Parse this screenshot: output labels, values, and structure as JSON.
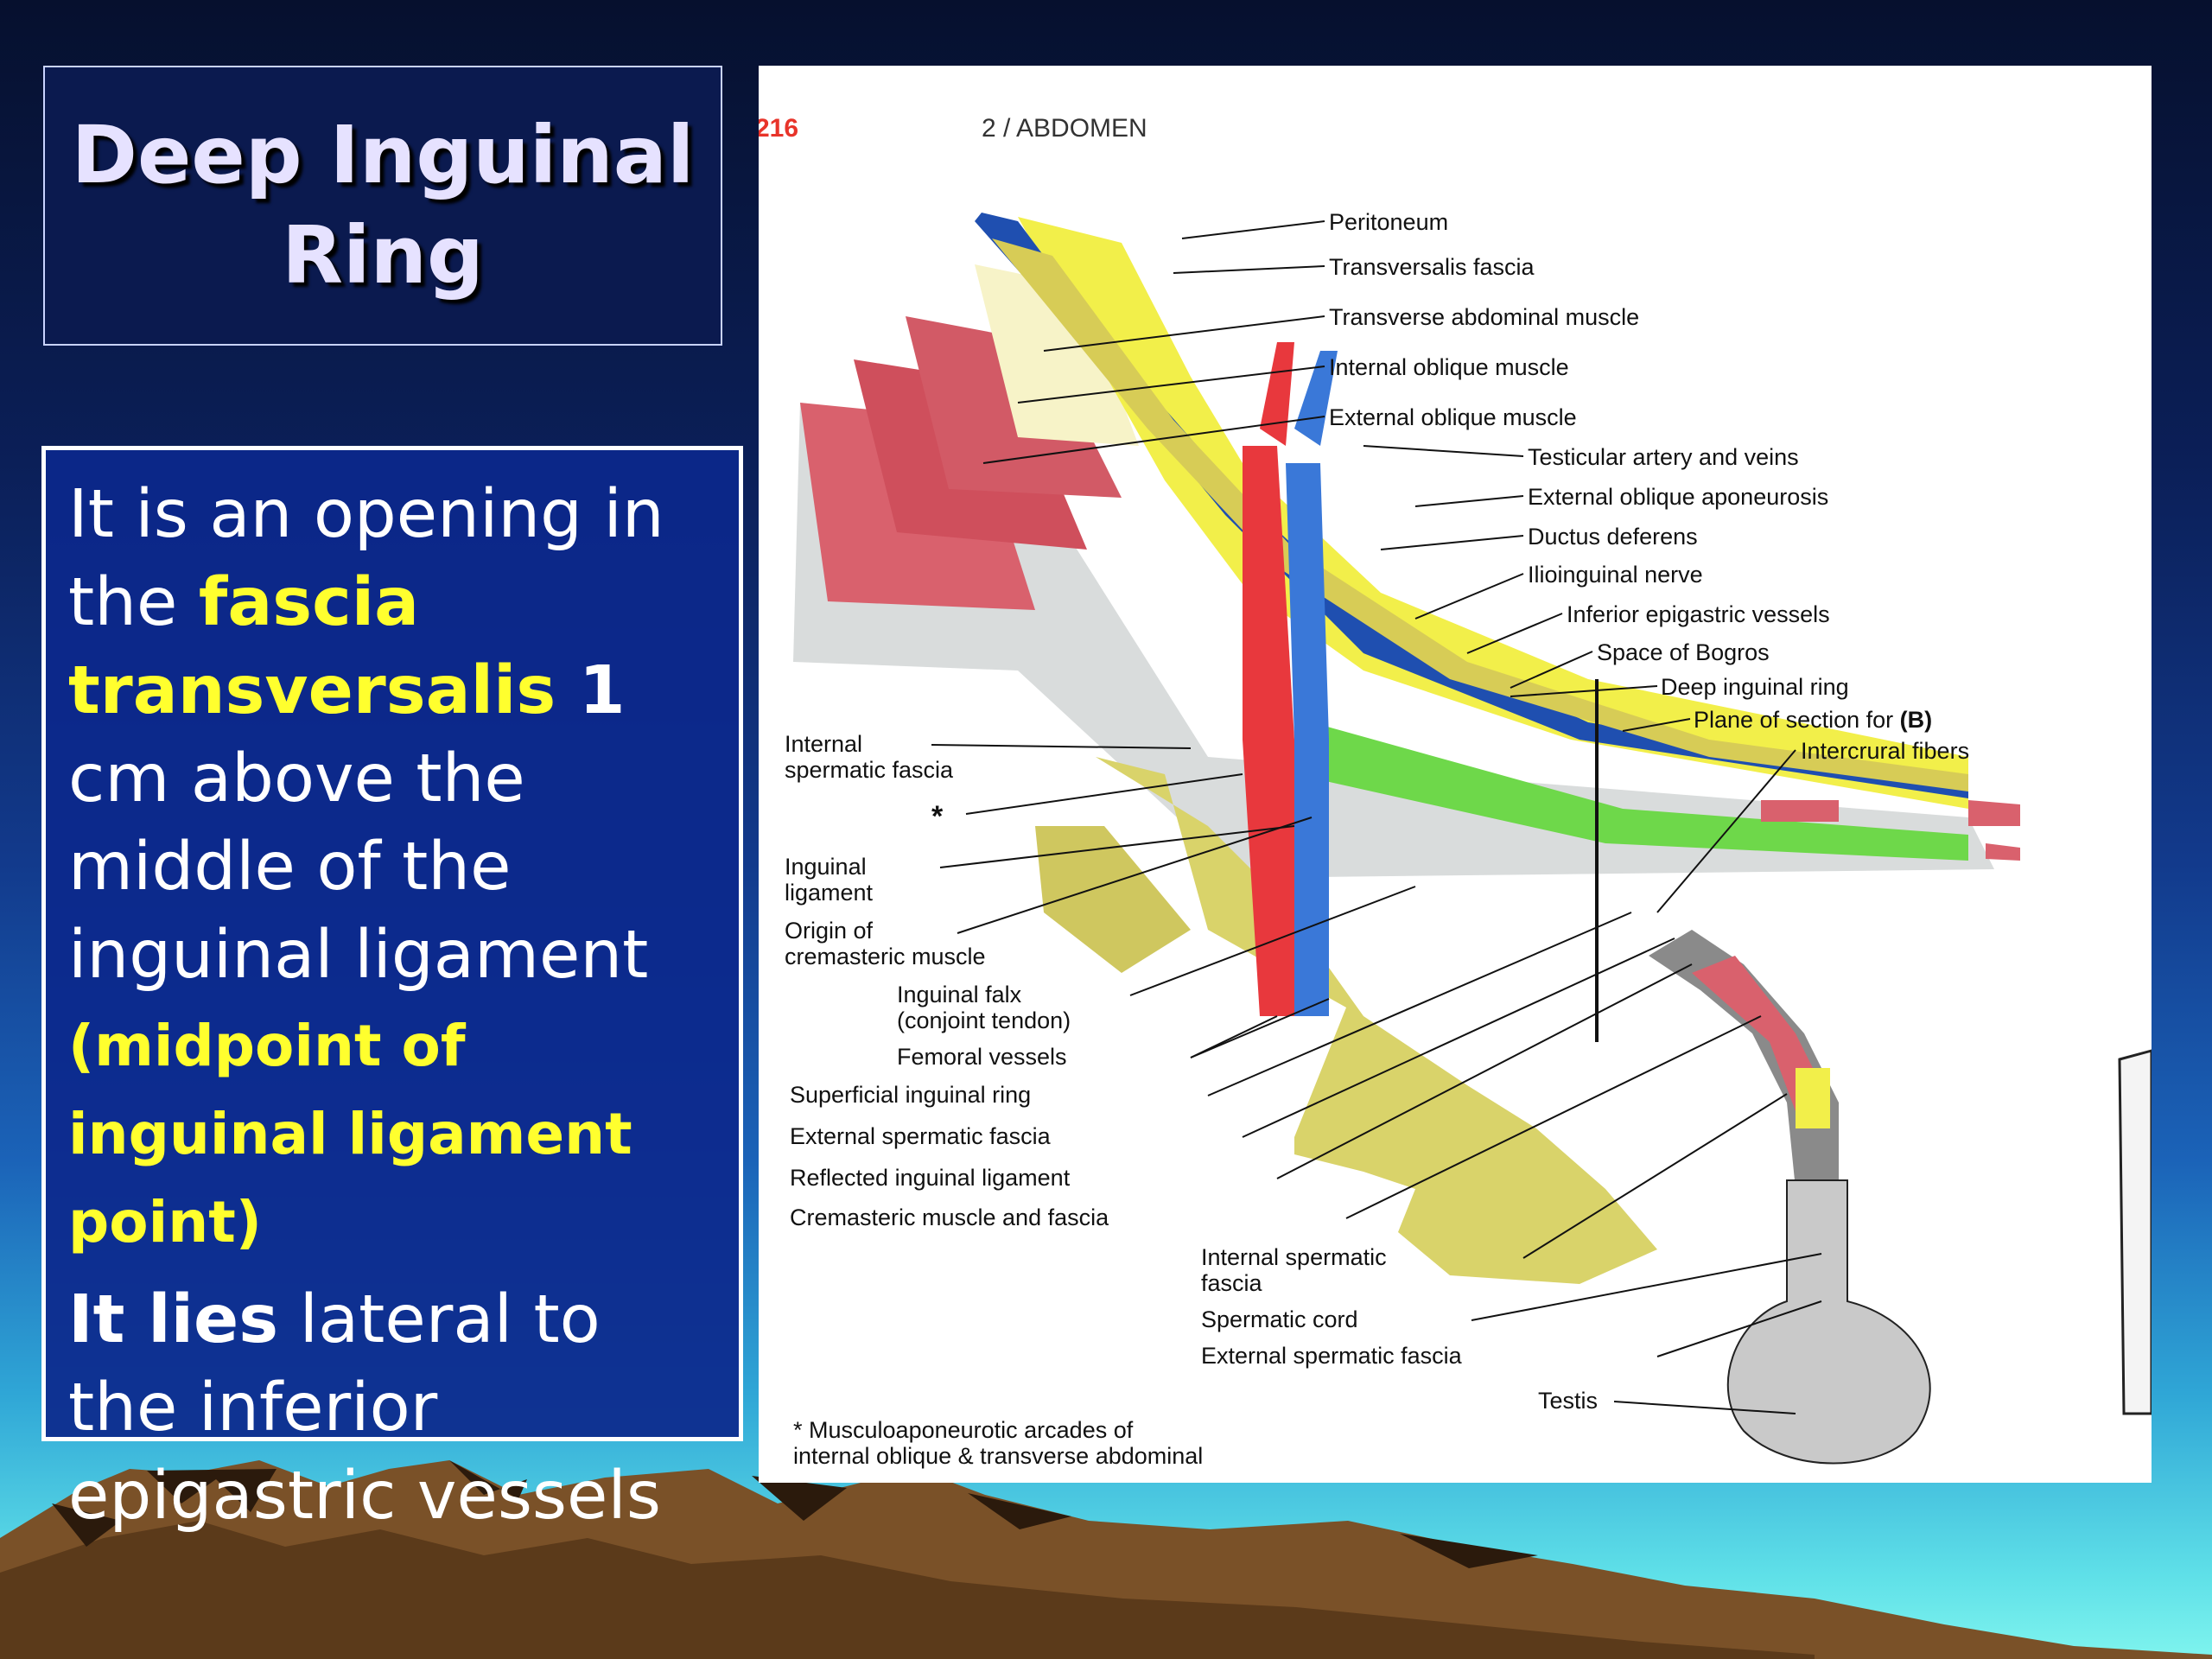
{
  "title": {
    "line1": "Deep Inguinal",
    "line2": "Ring"
  },
  "body": {
    "p1_a": "It is an opening in the ",
    "p1_fascia": "fascia transversalis",
    "p1_one": " 1",
    "p1_b": " cm above the middle of the inguinal ligament ",
    "p1_paren": "(midpoint of inguinal ligament point)",
    "p2_bold": "It lies",
    "p2_rest": " lateral to the inferior epigastric vessels"
  },
  "figure": {
    "page_number": "216",
    "header": "2 / ABDOMEN",
    "labels_right": [
      "Peritoneum",
      "Transversalis fascia",
      "Transverse abdominal muscle",
      "Internal oblique muscle",
      "External oblique muscle",
      "Testicular artery and veins",
      "External oblique aponeurosis",
      "Ductus deferens",
      "Ilioinguinal nerve",
      "Inferior epigastric vessels",
      "Space of Bogros",
      "Deep inguinal ring",
      "Plane of section for ",
      "(B)",
      "Intercrural fibers"
    ],
    "labels_left": [
      "Internal",
      "spermatic fascia",
      "*",
      "Inguinal",
      "ligament",
      "Origin of",
      "cremasteric muscle",
      "Inguinal falx",
      "(conjoint tendon)",
      "Femoral vessels",
      "Superficial inguinal ring",
      "External spermatic fascia",
      "Reflected inguinal ligament",
      "Cremasteric muscle and fascia"
    ],
    "labels_bottom": [
      "Internal spermatic",
      "fascia",
      "Spermatic cord",
      "External spermatic fascia",
      "Testis"
    ],
    "footnote_1": "* Musculoaponeurotic arcades of",
    "footnote_2": "internal oblique & transverse abdominal"
  },
  "colors": {
    "title_text": "#e6e2ff",
    "highlight": "#ffff2e",
    "muscle": "#d9616d",
    "fascia_yellow": "#f2ef4a",
    "fascia_green": "#6ed84a",
    "bone": "#d9d36a",
    "artery": "#e8383d",
    "vein": "#3a78d8"
  }
}
